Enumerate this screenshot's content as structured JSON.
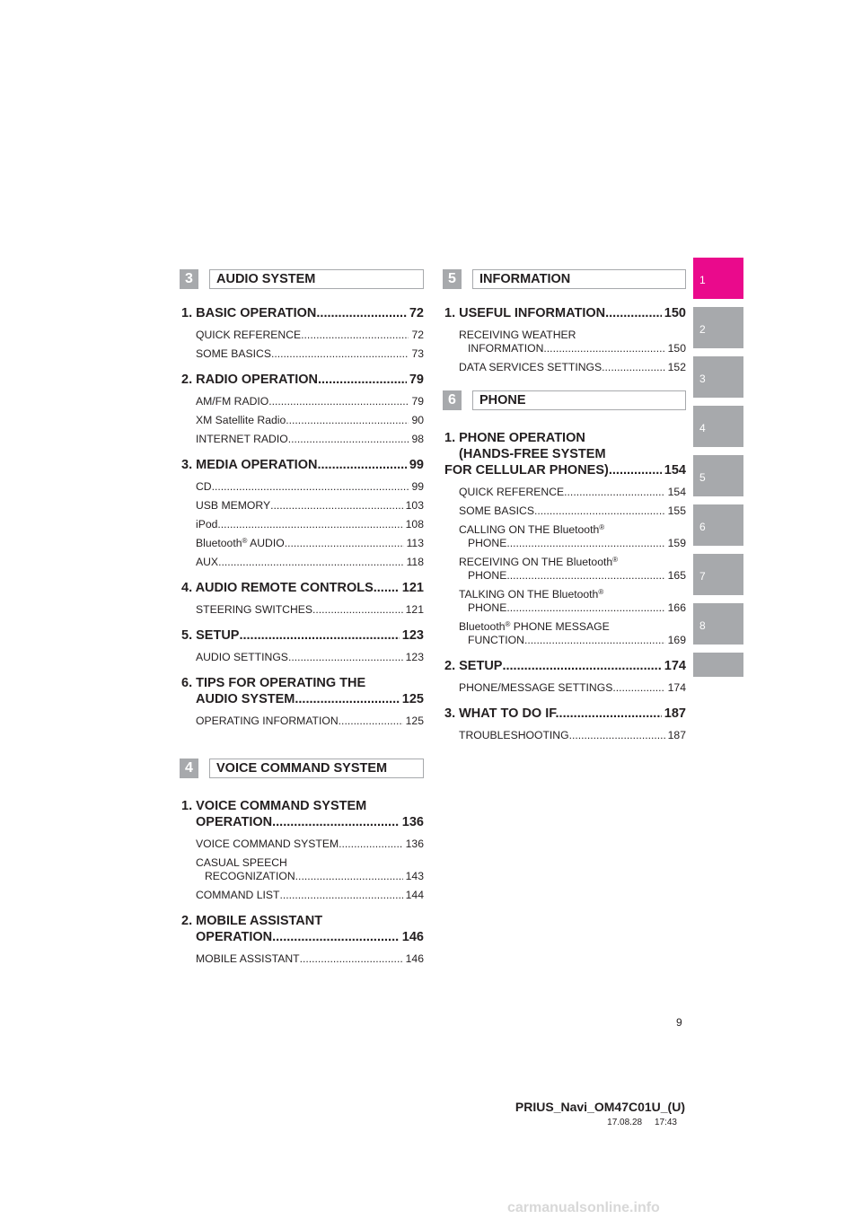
{
  "left_column": {
    "section3": {
      "number": "3",
      "title": "AUDIO SYSTEM"
    },
    "ch1": {
      "title": "1. BASIC OPERATION",
      "page": "72",
      "items": [
        {
          "label": "QUICK REFERENCE",
          "page": "72"
        },
        {
          "label": "SOME BASICS",
          "page": "73"
        }
      ]
    },
    "ch2": {
      "title": "2. RADIO OPERATION",
      "page": "79",
      "items": [
        {
          "label": "AM/FM RADIO",
          "page": "79"
        },
        {
          "label": "XM Satellite Radio",
          "page": "90"
        },
        {
          "label": "INTERNET RADIO",
          "page": "98"
        }
      ]
    },
    "ch3": {
      "title": "3. MEDIA OPERATION",
      "page": "99",
      "items": [
        {
          "label": "CD",
          "page": "99"
        },
        {
          "label": "USB MEMORY",
          "page": "103"
        },
        {
          "label": "iPod",
          "page": "108"
        },
        {
          "label": "Bluetooth",
          "sup": "®",
          "label2": " AUDIO",
          "page": "113"
        },
        {
          "label": "AUX",
          "page": "118"
        }
      ]
    },
    "ch4": {
      "title": "4. AUDIO REMOTE CONTROLS",
      "page": "121",
      "items": [
        {
          "label": "STEERING SWITCHES",
          "page": "121"
        }
      ]
    },
    "ch5": {
      "title": "5. SETUP",
      "page": "123",
      "items": [
        {
          "label": "AUDIO SETTINGS",
          "page": "123"
        }
      ]
    },
    "ch6": {
      "line1": "6. TIPS FOR OPERATING THE",
      "line2": "AUDIO SYSTEM",
      "page": "125",
      "items": [
        {
          "label": "OPERATING INFORMATION",
          "page": "125"
        }
      ]
    },
    "section4": {
      "number": "4",
      "title": "VOICE COMMAND SYSTEM"
    },
    "vc1": {
      "line1": "1. VOICE COMMAND SYSTEM",
      "line2": "OPERATION",
      "page": "136",
      "items": [
        {
          "label": "VOICE COMMAND SYSTEM",
          "page": "136"
        },
        {
          "line1": "CASUAL SPEECH",
          "line2": "RECOGNIZATION",
          "page": "143"
        },
        {
          "label": "COMMAND LIST",
          "page": "144"
        }
      ]
    },
    "vc2": {
      "line1": "2. MOBILE ASSISTANT",
      "line2": "OPERATION",
      "page": "146",
      "items": [
        {
          "label": "MOBILE ASSISTANT",
          "page": "146"
        }
      ]
    }
  },
  "right_column": {
    "section5": {
      "number": "5",
      "title": "INFORMATION"
    },
    "info1": {
      "title": "1. USEFUL INFORMATION",
      "page": "150",
      "items": [
        {
          "line1": "RECEIVING WEATHER",
          "line2": "INFORMATION",
          "page": "150"
        },
        {
          "label": "DATA SERVICES SETTINGS",
          "page": "152"
        }
      ]
    },
    "section6": {
      "number": "6",
      "title": "PHONE"
    },
    "ph1": {
      "line1": "1. PHONE OPERATION",
      "line2": "(HANDS-FREE SYSTEM",
      "line3": "FOR CELLULAR PHONES)",
      "page": "154",
      "items": [
        {
          "label": "QUICK REFERENCE",
          "page": "154"
        },
        {
          "label": "SOME BASICS",
          "page": "155"
        },
        {
          "line1": "CALLING ON THE Bluetooth",
          "sup": "®",
          "line2": "PHONE",
          "page": "159"
        },
        {
          "line1": "RECEIVING ON THE Bluetooth",
          "sup": "®",
          "line2": "PHONE",
          "page": "165"
        },
        {
          "line1": "TALKING ON THE Bluetooth",
          "sup": "®",
          "line2": "PHONE",
          "page": "166"
        },
        {
          "line1": "Bluetooth",
          "sup": "®",
          "line1b": " PHONE MESSAGE",
          "line2": "FUNCTION",
          "page": "169"
        }
      ]
    },
    "ph2": {
      "title": "2. SETUP",
      "page": "174",
      "items": [
        {
          "label": "PHONE/MESSAGE SETTINGS",
          "page": "174"
        }
      ]
    },
    "ph3": {
      "title": "3. WHAT TO DO IF...",
      "page": "187",
      "items": [
        {
          "label": "TROUBLESHOOTING",
          "page": "187"
        }
      ]
    }
  },
  "side_tabs": [
    "1",
    "2",
    "3",
    "4",
    "5",
    "6",
    "7",
    "8",
    ""
  ],
  "colors": {
    "active_tab": "#ea0a8c",
    "tab": "#a7a9ac"
  },
  "footer": {
    "page_number": "9",
    "doc_id": "PRIUS_Navi_OM47C01U_(U)",
    "stamp": "17.08.28     17:43"
  },
  "watermark": "carmanualsonline.info"
}
